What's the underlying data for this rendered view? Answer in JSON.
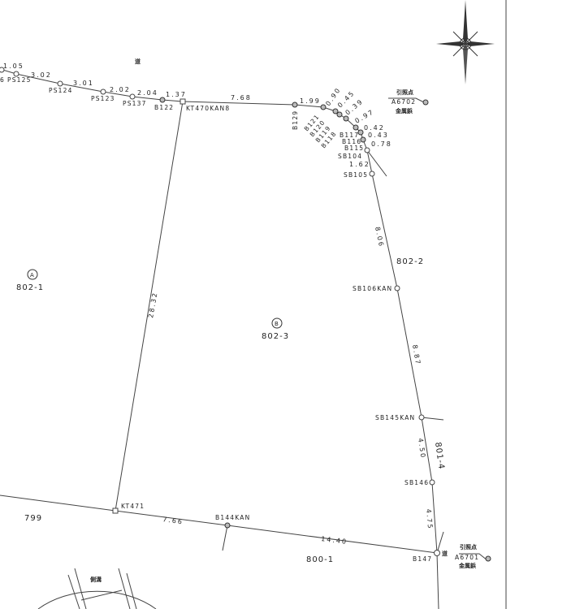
{
  "map": {
    "road_mark": "道",
    "parcels": {
      "p802_1": {
        "mark": "A",
        "number": "802-1"
      },
      "p802_3": {
        "mark": "B",
        "number": "802-3"
      },
      "p802_2": "802-2",
      "p801_4": "801-4",
      "p799": "799",
      "p800_1": "800-1"
    },
    "points": {
      "ps125": "PS125",
      "ps124": "PS124",
      "ps123": "PS123",
      "ps137": "PS137",
      "b122": "B122",
      "kt470kan8": "KT470KAN8",
      "b129": "B129",
      "b121": "B121",
      "b120": "B120",
      "b119": "B119",
      "b118": "B118",
      "b117": "B117",
      "b116": "B116",
      "b115": "B115",
      "sb104": "SB104",
      "sb105": "SB105",
      "sb106kan": "SB106KAN",
      "sb145kan": "SB145KAN",
      "sb146": "SB146",
      "b147": "B147",
      "kt471": "KT471",
      "b144kan": "B144KAN",
      "edge6": "6"
    },
    "distances": {
      "d105": "1.05",
      "d302": "3.02",
      "d301": "3.01",
      "d202": "2.02",
      "d204": "2.04",
      "d137": "1.37",
      "d768": "7.68",
      "d199": "1.99",
      "d090": "0.90",
      "d045": "0.45",
      "d039": "0.39",
      "d097": "0.97",
      "d042": "0.42",
      "d043": "0.43",
      "d078": "0.78",
      "d162": "1.62",
      "d806": "8.06",
      "d887": "8.87",
      "d450": "4.50",
      "d475": "4.75",
      "d2832": "28.32",
      "d766": "7.66",
      "d1440": "14.40"
    },
    "reference_points": [
      {
        "title": "引照点",
        "id": "A6702",
        "type": "金属鋲"
      },
      {
        "title": "引照点",
        "id": "A6701",
        "type": "金属鋲"
      }
    ],
    "inset_label": "側溝"
  }
}
